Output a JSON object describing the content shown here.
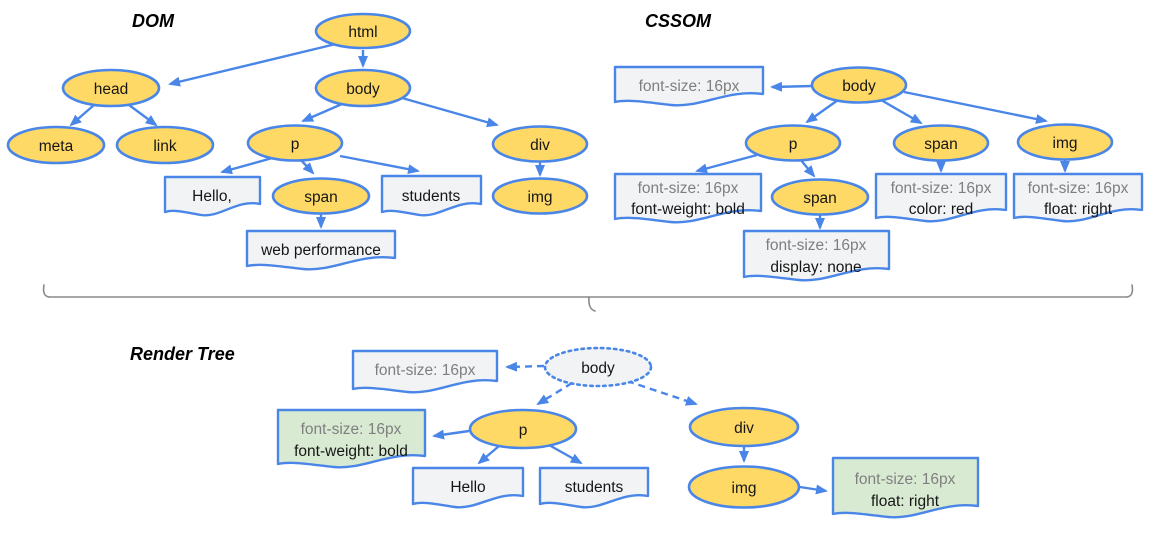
{
  "colors": {
    "node_fill": "#ffd966",
    "stroke_blue": "#4a86e8",
    "note_fill": "#f1f3f4",
    "note_green": "#d9ead3",
    "render_body_fill": "#f1f3f4",
    "text_gray": "#7f7f7f",
    "text_black": "#161616",
    "bracket_gray": "#8a8a8a"
  },
  "sections": {
    "dom_title": "DOM",
    "cssom_title": "CSSOM",
    "render_title": "Render Tree"
  },
  "dom": {
    "nodes": {
      "html": "html",
      "head": "head",
      "body": "body",
      "meta": "meta",
      "link": "link",
      "p": "p",
      "div": "div",
      "span": "span",
      "img": "img"
    },
    "text_notes": {
      "hello": "Hello,",
      "students": "students",
      "web_performance": "web performance"
    }
  },
  "cssom": {
    "nodes": {
      "body": "body",
      "p": "p",
      "span": "span",
      "img": "img",
      "span_child": "span"
    },
    "style_notes": {
      "body_rule": {
        "line1": "font-size: 16px"
      },
      "p_rule": {
        "line1": "font-size: 16px",
        "line2": "font-weight: bold"
      },
      "span_rule": {
        "line1": "font-size: 16px",
        "line2": "color: red"
      },
      "img_rule": {
        "line1": "font-size: 16px",
        "line2": "float: right"
      },
      "span_child_rule": {
        "line1": "font-size: 16px",
        "line2": "display: none"
      }
    }
  },
  "render_tree": {
    "nodes": {
      "body": "body",
      "p": "p",
      "div": "div",
      "img": "img"
    },
    "text_notes": {
      "hello": "Hello",
      "students": "students"
    },
    "style_notes": {
      "body_rule": {
        "line1": "font-size: 16px"
      },
      "p_rule": {
        "line1": "font-size: 16px",
        "line2": "font-weight: bold"
      },
      "img_rule": {
        "line1": "font-size: 16px",
        "line2": "float: right"
      }
    }
  }
}
